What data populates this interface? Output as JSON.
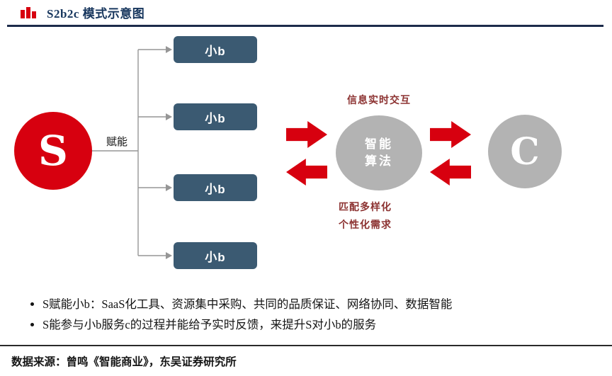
{
  "header": {
    "title": "S2b2c 模式示意图"
  },
  "diagram": {
    "s_node": {
      "label": "S"
    },
    "empower_label": "赋能",
    "small_b_nodes": [
      {
        "label": "小b"
      },
      {
        "label": "小b"
      },
      {
        "label": "小b"
      },
      {
        "label": "小b"
      }
    ],
    "algorithm_node": {
      "line1": "智能",
      "line2": "算法"
    },
    "top_annotation": "信息实时交互",
    "bottom_annotation": [
      "匹配多样化",
      "个性化需求"
    ],
    "c_node": {
      "label": "C"
    }
  },
  "bullets": [
    "S赋能小b：SaaS化工具、资源集中采购、共同的品质保证、网络协同、数据智能",
    "S能参与小b服务c的过程并能给予实时反馈，来提升S对小b的服务"
  ],
  "footer": {
    "source": "数据来源：曾鸣《智能商业》，东吴证券研究所"
  },
  "colors": {
    "red": "#d7000f",
    "navy_box": "#3b5a72",
    "gray_node": "#b3b3b3",
    "title_navy": "#17365d",
    "annotation_red": "#8c3231",
    "line_gray": "#969696",
    "divider_navy": "#1c2b4a"
  }
}
